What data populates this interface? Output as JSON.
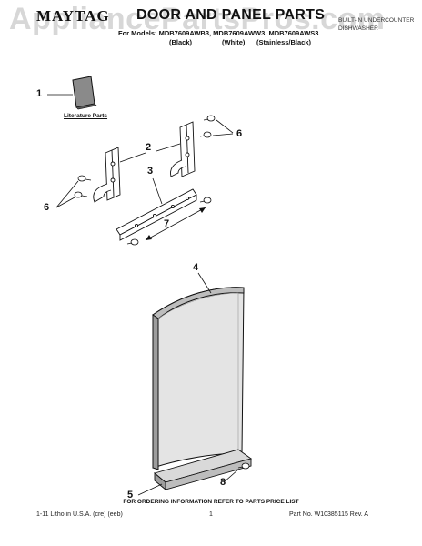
{
  "header": {
    "watermark": "AppliancePartsPros.com",
    "brand": "MAYTAG",
    "title": "DOOR AND PANEL PARTS",
    "models_line": "For Models: MDB7609AWB3, MDB7609AWW3, MDB7609AWS3",
    "finishes": [
      "(Black)",
      "(White)",
      "(Stainless/Black)"
    ],
    "product_type_line1": "BUILT-IN UNDERCOUNTER",
    "product_type_line2": "DISHWASHER"
  },
  "labels": {
    "literature_parts": "Literature Parts"
  },
  "callouts": [
    "1",
    "2",
    "3",
    "4",
    "5",
    "6",
    "6",
    "7",
    "8"
  ],
  "footer": {
    "ordering_info": "FOR ORDERING INFORMATION REFER TO PARTS PRICE LIST",
    "litho": "1-11 Litho in U.S.A. (cre) (eeb)",
    "page": "1",
    "part_no": "Part No. W10385115 Rev. A"
  },
  "colors": {
    "line": "#111111",
    "panel_fill": "#d9d9d9",
    "literature_fill": "#8a8a8a",
    "watermark": "#969696"
  }
}
